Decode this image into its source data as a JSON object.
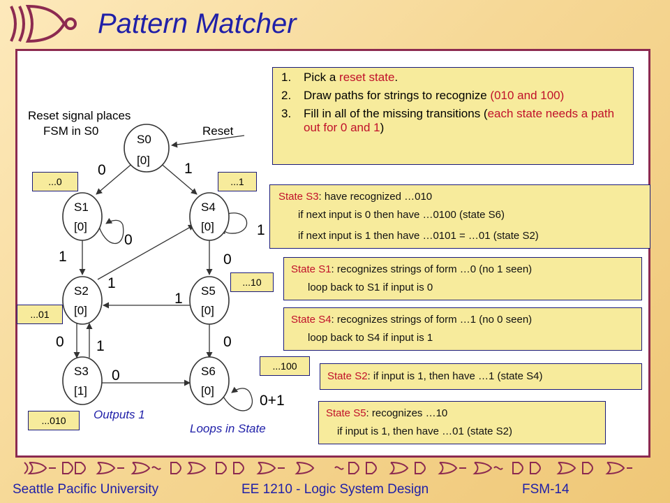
{
  "title": "Pattern Matcher",
  "steps": [
    {
      "num": "1.",
      "parts": [
        "Pick a ",
        "reset state",
        "."
      ]
    },
    {
      "num": "2.",
      "parts": [
        "Draw paths for strings to recognize ",
        "(010 and 100)",
        ""
      ]
    },
    {
      "num": "3.",
      "parts": [
        "Fill in all of the missing transitions (",
        "each state needs a path out for 0 and 1",
        ")"
      ]
    }
  ],
  "reset_note_line1": "Reset signal places",
  "reset_note_line2": "FSM in S0",
  "reset_label": "Reset",
  "states": [
    {
      "id": "S0",
      "output": "[0]"
    },
    {
      "id": "S1",
      "output": "[0]"
    },
    {
      "id": "S2",
      "output": "[0]"
    },
    {
      "id": "S3",
      "output": "[1]"
    },
    {
      "id": "S4",
      "output": "[0]"
    },
    {
      "id": "S5",
      "output": "[0]"
    },
    {
      "id": "S6",
      "output": "[0]"
    }
  ],
  "edge_labels": {
    "s0_s1": "0",
    "s0_s4": "1",
    "s1_loop": "0",
    "s1_s2": "1",
    "s2_s4": "1",
    "s2_s3": "0",
    "s3_s2": "1",
    "s3_s6": "0",
    "s4_loop": "1",
    "s4_s5": "0",
    "s5_s2": "1",
    "s5_s6": "0",
    "s6_loop": "0+1"
  },
  "suffix_tags": {
    "s1": "...0",
    "s4": "...1",
    "s5": "...10",
    "s2": "...01",
    "s6": "...100",
    "s3": "...010"
  },
  "outputs_note": "Outputs 1",
  "loops_note": "Loops in State",
  "notes": {
    "s3": {
      "state": "State S3",
      "head": ": have recognized …010",
      "l1": "if next input is 0 then have …0100 (state S6)",
      "l2": "if next input is 1 then have …0101 = …01 (state S2)"
    },
    "s1": {
      "state": "State S1",
      "head": ": recognizes strings of form …0 (no 1 seen)",
      "l1": "loop back to S1 if input is 0"
    },
    "s4": {
      "state": "State S4",
      "head": ": recognizes strings of form …1 (no 0 seen)",
      "l1": "loop back to S4 if input is 1"
    },
    "s2": {
      "state": "State S2",
      "head": ": if input is 1, then have …1 (state S4)"
    },
    "s5": {
      "state": "State S5",
      "head": ": recognizes …10",
      "l1": "if input is 1, then have …01 (state S2)"
    }
  },
  "footer": {
    "university": "Seattle Pacific University",
    "course": "EE 1210 - Logic System Design",
    "slide": "FSM-14"
  },
  "colors": {
    "title": "#1f1fa8",
    "border": "#8c2a50",
    "note_bg": "#f7eb9c",
    "highlight": "#c0102a"
  }
}
